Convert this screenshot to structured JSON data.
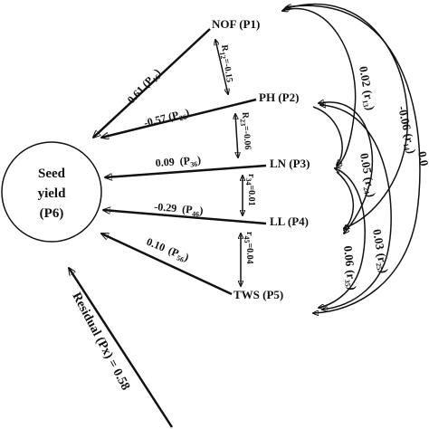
{
  "outcome": {
    "line1": "Seed",
    "line2": "yield",
    "line3": "(P6)"
  },
  "predictors": [
    {
      "id": "nof",
      "label": "NOF (P1)"
    },
    {
      "id": "ph",
      "label": "PH (P2)"
    },
    {
      "id": "ln",
      "label": "LN (P3)"
    },
    {
      "id": "ll",
      "label": "LL (P4)"
    },
    {
      "id": "tws",
      "label": "TWS (P5)"
    }
  ],
  "direct_paths": [
    {
      "value": "-0.61",
      "symbol": "(P",
      "sub": "16",
      "close": ")"
    },
    {
      "value": "-0.57",
      "symbol": "(P",
      "sub": "26",
      "close": ")"
    },
    {
      "value": "0.09",
      "symbol": "(P",
      "sub": "36",
      "close": ")"
    },
    {
      "value": "-0.29",
      "symbol": "(P",
      "sub": "46",
      "close": ")"
    },
    {
      "value": "0.10",
      "symbol": "(P",
      "sub": "56",
      "close": ")"
    }
  ],
  "adjacent_correlations": [
    {
      "prefix": "R",
      "sub": "12",
      "value": "=-0.15"
    },
    {
      "prefix": "R",
      "sub": "23",
      "value": "=-0.06"
    },
    {
      "prefix": "r",
      "sub": "34",
      "value": "=0.01"
    },
    {
      "prefix": "r",
      "sub": "45",
      "value": "=0.04"
    }
  ],
  "curved_correlations": [
    {
      "value": "0.02",
      "symbol": "(r",
      "sub": "13",
      "close": ")"
    },
    {
      "value": "-0.06",
      "symbol": "(r",
      "sub": "14",
      "close": ")"
    },
    {
      "value": "0.05",
      "symbol": "(r",
      "sub": "24",
      "close": ")"
    },
    {
      "value": "0.03",
      "symbol": "(r",
      "sub": "25",
      "close": ")"
    },
    {
      "value": "0.06",
      "symbol": "(r",
      "sub": "35",
      "close": ")"
    },
    {
      "value": "0.0",
      "symbol": "",
      "sub": "",
      "close": ""
    }
  ],
  "residual": {
    "label": "Residual (Px) = 0.58"
  }
}
